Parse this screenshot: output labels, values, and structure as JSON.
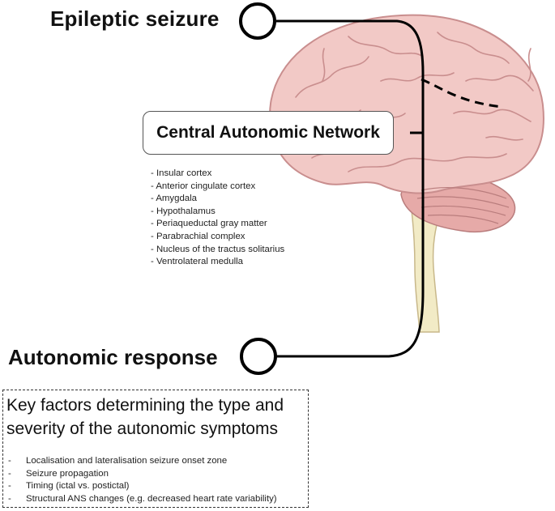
{
  "diagram": {
    "top_label": "Epileptic seizure",
    "central_box": {
      "title": "Central Autonomic Network"
    },
    "regions": [
      "- Insular cortex",
      "- Anterior cingulate cortex",
      "- Amygdala",
      "- Hypothalamus",
      "- Periaqueductal gray matter",
      "- Parabrachial complex",
      "- Nucleus of the tractus solitarius",
      "- Ventrolateral medulla"
    ],
    "bottom_label": "Autonomic response",
    "factors": {
      "title": "Key factors determining the type and severity of the autonomic symptoms",
      "items": [
        "Localisation and lateralisation seizure onset  zone",
        "Seizure propagation",
        "Timing (ictal vs. postictal)",
        "Structural ANS changes (e.g. decreased heart rate variability)"
      ],
      "bullet": "-"
    },
    "colors": {
      "brain_fill": "#f2c9c6",
      "brain_stroke": "#c98e8e",
      "cerebellum_fill": "#e6aaa8",
      "brainstem_fill": "#f2ebc6",
      "pathway_stroke": "#000000"
    }
  }
}
